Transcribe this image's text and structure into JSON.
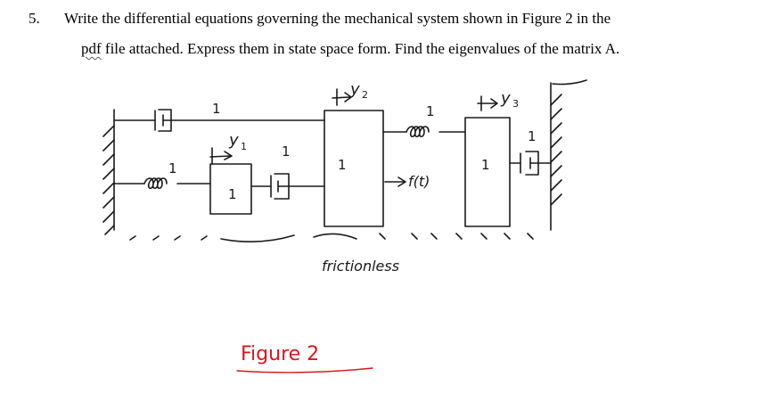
{
  "question": {
    "number": "5.",
    "line1": "Write the differential equations governing the mechanical system shown in Figure 2 in the",
    "line2_underlined": "pdf",
    "line2_rest": " file attached. Express them in state space form. Find the eigenvalues of the matrix A."
  },
  "figure": {
    "caption": "Figure 2",
    "friction_note": "frictionless",
    "labels": {
      "y1": "y",
      "y1_sub": "1",
      "y2": "y",
      "y2_sub": "2",
      "y3": "y",
      "y3_sub": "3",
      "force": "f(t)",
      "unit": "1"
    },
    "colors": {
      "ink": "#1a1a1a",
      "caption": "#d8181c"
    }
  }
}
